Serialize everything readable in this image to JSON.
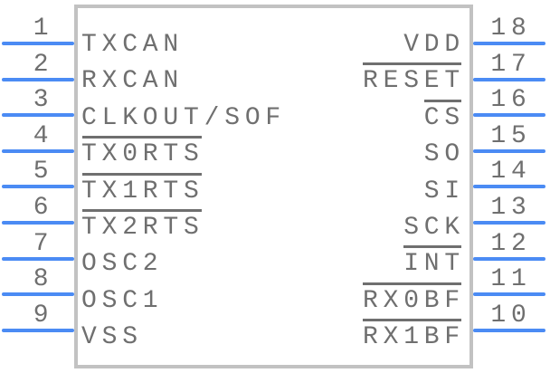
{
  "symbol": {
    "type": "ic-pinout-symbol",
    "pin_count": 18,
    "left_pins": [
      {
        "number": "1",
        "name": "TXCAN",
        "active_low": false
      },
      {
        "number": "2",
        "name": "RXCAN",
        "active_low": false
      },
      {
        "number": "3",
        "name": "CLKOUT/SOF",
        "active_low": false
      },
      {
        "number": "4",
        "name": "TX0RTS",
        "active_low": true
      },
      {
        "number": "5",
        "name": "TX1RTS",
        "active_low": true
      },
      {
        "number": "6",
        "name": "TX2RTS",
        "active_low": true
      },
      {
        "number": "7",
        "name": "OSC2",
        "active_low": false
      },
      {
        "number": "8",
        "name": "OSC1",
        "active_low": false
      },
      {
        "number": "9",
        "name": "VSS",
        "active_low": false
      }
    ],
    "right_pins": [
      {
        "number": "18",
        "name": "VDD",
        "active_low": false
      },
      {
        "number": "17",
        "name": "RESET",
        "active_low": true
      },
      {
        "number": "16",
        "name": "CS",
        "active_low": true
      },
      {
        "number": "15",
        "name": "SO",
        "active_low": false
      },
      {
        "number": "14",
        "name": "SI",
        "active_low": false
      },
      {
        "number": "13",
        "name": "SCK",
        "active_low": false
      },
      {
        "number": "12",
        "name": "INT",
        "active_low": true
      },
      {
        "number": "11",
        "name": "RX0BF",
        "active_low": true
      },
      {
        "number": "10",
        "name": "RX1BF",
        "active_low": true
      }
    ],
    "colors": {
      "pin_line": "#4b8bf4",
      "text": "#6f6f6f",
      "body_border": "#c2c2c2",
      "background": "#ffffff"
    }
  }
}
